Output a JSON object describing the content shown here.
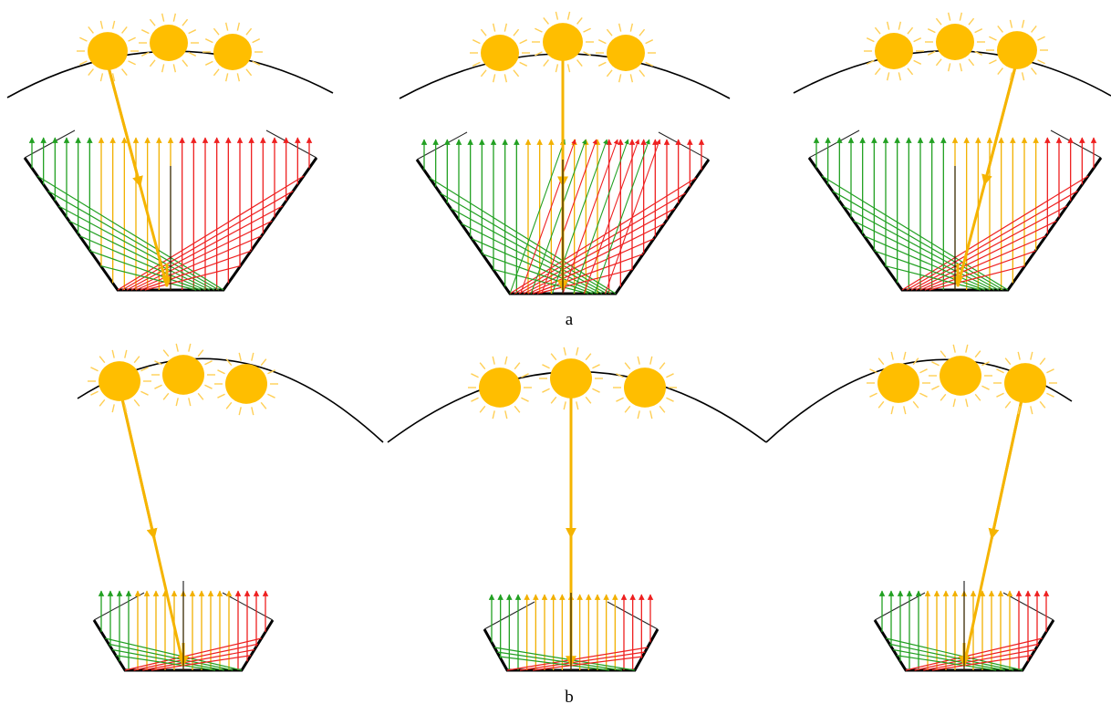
{
  "figure": {
    "panel_labels": [
      "a",
      "b"
    ]
  },
  "colors": {
    "sun": "#ffbe00",
    "sun_ray": "#ffcf55",
    "direct_beam": "#f5b400",
    "ray_green": "#22a022",
    "ray_red": "#ee2020",
    "ray_yellow": "#f2b000",
    "wall": "#000000"
  },
  "rows": [
    {
      "row": "a",
      "description_key": "sun-positions-tilted-left-center-right",
      "panels": 3
    },
    {
      "row": "b",
      "description_key": "sun-positions-tilted-left-center-right",
      "panels": 3
    }
  ]
}
